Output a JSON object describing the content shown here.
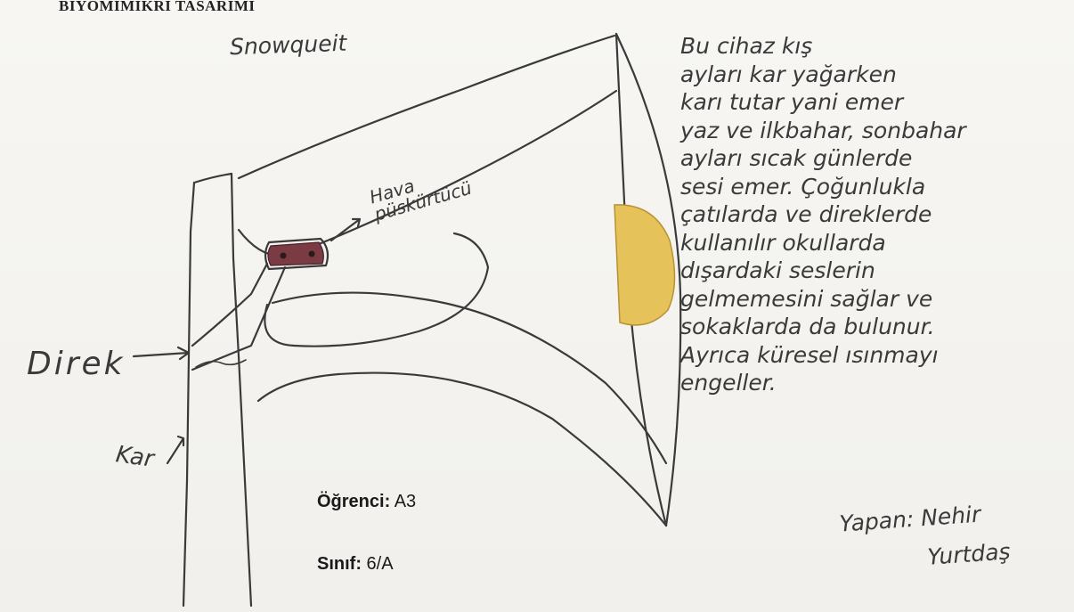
{
  "header": {
    "heading": "BİYOMİMİKRİ TASARIMI"
  },
  "drawing": {
    "title": "Snowqueit",
    "label_air_line1": "Hava",
    "label_air_line2": "püskürtücü",
    "label_direk": "Direk",
    "label_kar": "Kar"
  },
  "description": {
    "lines": [
      "Bu cihaz kış",
      "ayları kar yağarken",
      "karı tutar yani emer",
      "yaz ve ilkbahar, sonbahar",
      "ayları sıcak günlerde",
      "sesi emer. Çoğunlukla",
      "çatılarda ve direklerde",
      "kullanılır okullarda",
      "dışardaki seslerin",
      "gelmemesini sağlar ve",
      "sokaklarda da bulunur.",
      "Ayrıca küresel ısınmayı",
      "engeller."
    ]
  },
  "maker": {
    "label": "Yapan: Nehir",
    "surname": "Yurtdaş"
  },
  "info": {
    "student_label": "Öğrenci:",
    "student_value": " A3",
    "class_label": "Sınıf:",
    "class_value": " 6/A"
  },
  "colors": {
    "ink": "#3a3a3a",
    "paper": "#f4f3f0",
    "fill_yellow": "#e6c25a",
    "fill_red": "#7a3b42"
  }
}
